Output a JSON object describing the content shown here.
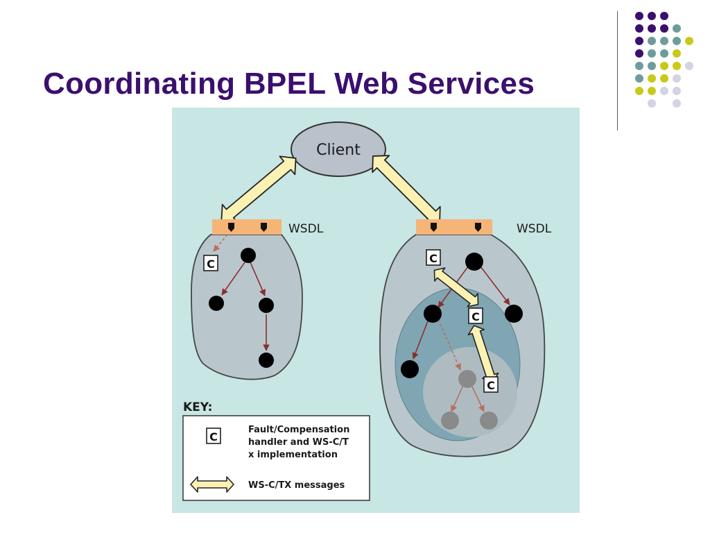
{
  "slide": {
    "title": "Coordinating BPEL Web Services"
  },
  "diagram": {
    "client_label": "Client",
    "wsdl_left_label": "WSDL",
    "wsdl_right_label": "WSDL",
    "handler_glyph": "C",
    "key": {
      "heading": "KEY:",
      "handler_desc_lines": [
        "Fault/Compensation",
        "handler and WS-C/T",
        "x implementation"
      ],
      "message_desc": "WS-C/TX messages"
    }
  },
  "colors": {
    "title": "#3b0f6e",
    "diagram_bg": "#c8e6e3",
    "process_blob": "#b9c7cd",
    "inner_scope": "#7fa6b2",
    "innermost_scope": "#aebcc2",
    "wsdl_bar": "#f7b477",
    "message_arrow": "#fbf1b3",
    "flow_arrow": "#8b2e2e",
    "node": "#000000",
    "grey_node": "#8a8a8a",
    "dot_purple": "#3b0f6e",
    "dot_teal": "#6e9c9c",
    "dot_yellow": "#c9c919",
    "dot_lavender": "#d3d3e6"
  }
}
